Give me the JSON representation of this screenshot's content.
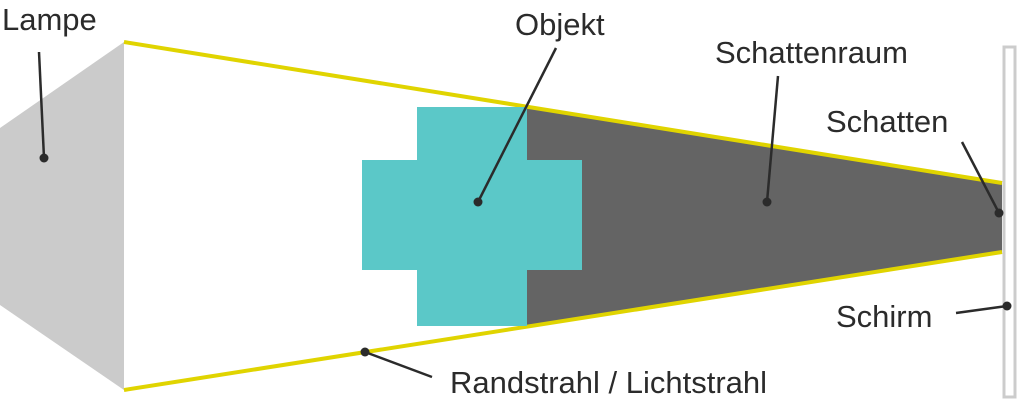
{
  "labels": {
    "lamp": "Lampe",
    "object": "Objekt",
    "shadow_space": "Schattenraum",
    "shadow": "Schatten",
    "screen": "Schirm",
    "edge_ray": "Randstrahl / Lichtstrahl"
  },
  "colors": {
    "lamp": "#cbcbcb",
    "object": "#5bc8c8",
    "shadow": "#646464",
    "ray": "#e0d400",
    "screen": "#cccccc",
    "text": "#2b2b2b"
  }
}
